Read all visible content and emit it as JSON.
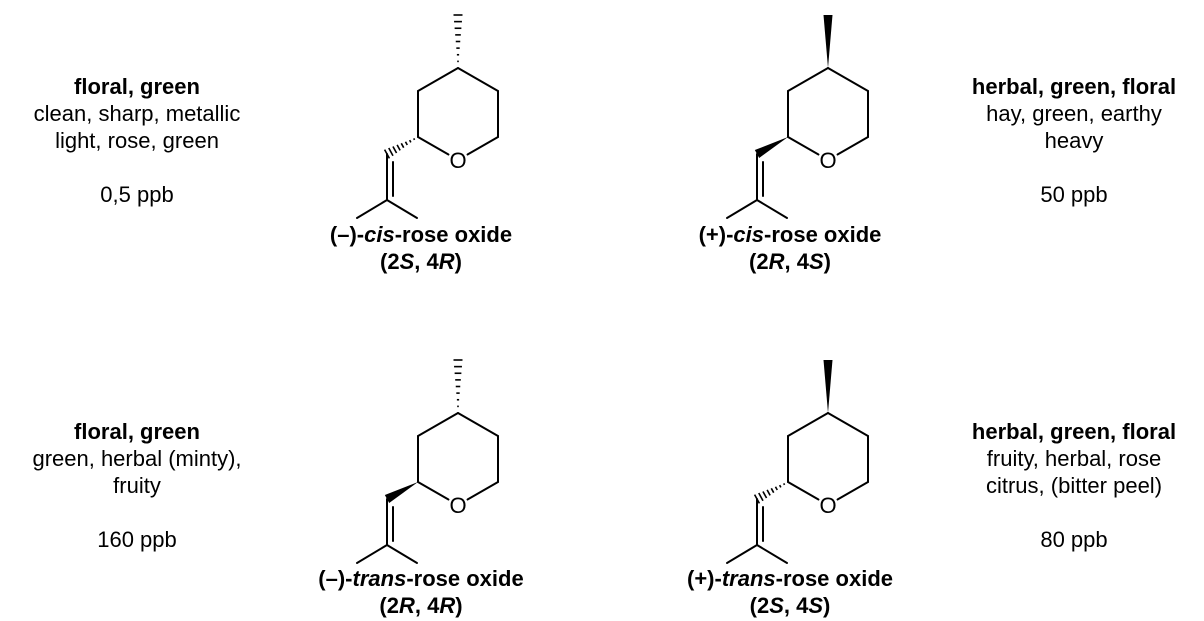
{
  "compounds": [
    {
      "id": "cis-minus",
      "name": "(–)-cis-rose oxide",
      "name_parts": [
        "(–)-",
        "cis",
        "-rose oxide"
      ],
      "config": "(2S, 4R)",
      "config_parts": [
        "(2",
        "S",
        ", 4",
        "R",
        ")"
      ],
      "odor_main": "floral, green",
      "odor_lines": [
        "clean, sharp, metallic",
        "light, rose, green"
      ],
      "threshold": "0,5 ppb",
      "methyl_bond": "hashed",
      "side_bond": "hashed",
      "ring_atom": "O"
    },
    {
      "id": "cis-plus",
      "name": "(+)-cis-rose oxide",
      "name_parts": [
        "(+)-",
        "cis",
        "-rose oxide"
      ],
      "config": "(2R, 4S)",
      "config_parts": [
        "(2",
        "R",
        ", 4",
        "S",
        ")"
      ],
      "odor_main": "herbal, green, floral",
      "odor_lines": [
        "hay, green, earthy",
        "heavy"
      ],
      "threshold": "50 ppb",
      "methyl_bond": "wedge",
      "side_bond": "wedge",
      "ring_atom": "O"
    },
    {
      "id": "trans-minus",
      "name": "(–)-trans-rose oxide",
      "name_parts": [
        "(–)-",
        "trans",
        "-rose oxide"
      ],
      "config": "(2R, 4R)",
      "config_parts": [
        "(2",
        "R",
        ", 4",
        "R",
        ")"
      ],
      "odor_main": "floral, green",
      "odor_lines": [
        "green, herbal (minty),",
        "fruity"
      ],
      "threshold": "160 ppb",
      "methyl_bond": "hashed",
      "side_bond": "wedge",
      "ring_atom": "O"
    },
    {
      "id": "trans-plus",
      "name": "(+)-trans-rose oxide",
      "name_parts": [
        "(+)-",
        "trans",
        "-rose oxide"
      ],
      "config": "(2S, 4S)",
      "config_parts": [
        "(2",
        "S",
        ", 4",
        "S",
        ")"
      ],
      "odor_main": "herbal, green, floral",
      "odor_lines": [
        "fruity, herbal, rose",
        "citrus, (bitter peel)"
      ],
      "threshold": "80 ppb",
      "methyl_bond": "wedge",
      "side_bond": "hashed",
      "ring_atom": "O"
    }
  ]
}
